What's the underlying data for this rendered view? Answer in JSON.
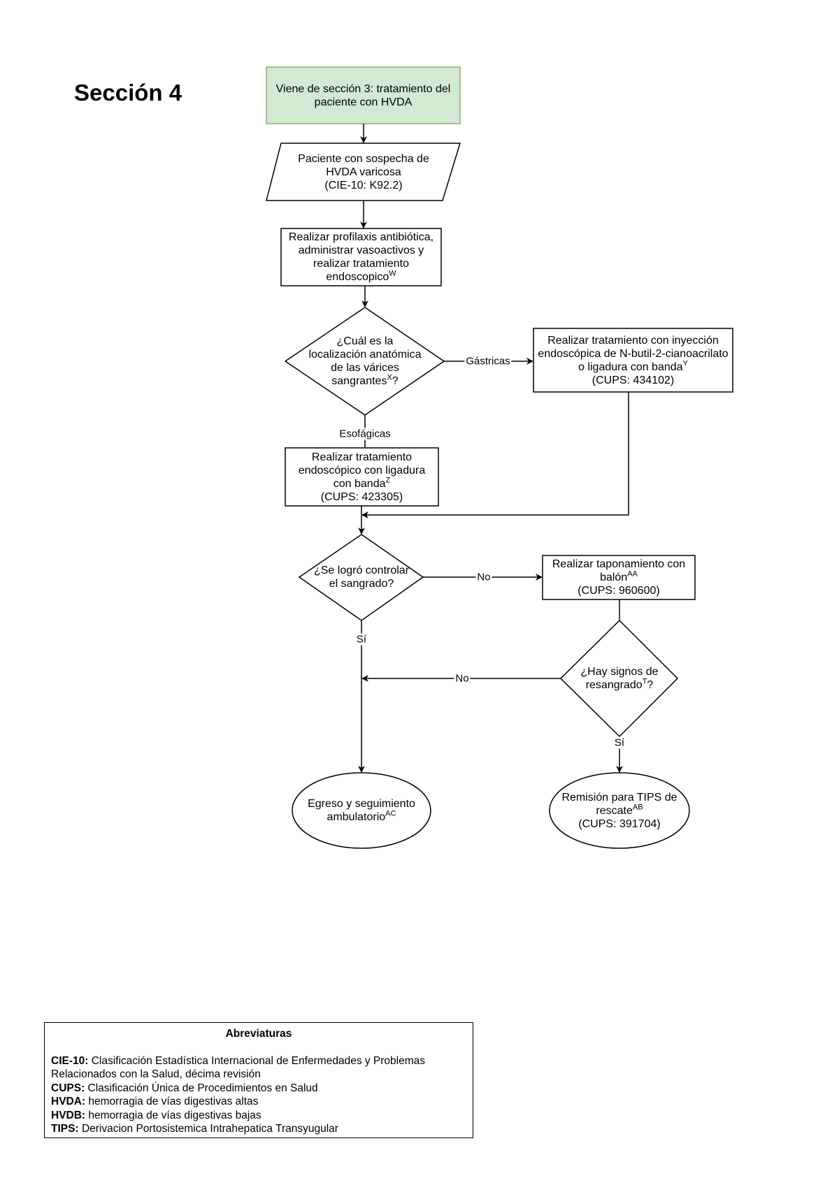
{
  "section_title": "Sección 4",
  "nodes": {
    "start": {
      "text": "Viene de sección 3: tratamiento del paciente con HVDA",
      "fill": "#d5e8d4",
      "stroke": "#82b366"
    },
    "suspect": {
      "lines": [
        "Paciente con sospecha de",
        "HVDA varicosa",
        "(CIE-10: K92.2)"
      ]
    },
    "prophylaxis": {
      "lines": [
        "Realizar profilaxis antibiótica,",
        "administrar vasoactivos y",
        "realizar tratamiento"
      ],
      "last": "endoscopico",
      "sup": "W"
    },
    "location_q": {
      "lines": [
        "¿Cuál es la",
        "localización anatómica",
        "de las várices"
      ],
      "last": "sangrantes",
      "sup": "X",
      "after": "?"
    },
    "gastric_tx": {
      "lines": [
        "Realizar tratamiento con inyección",
        "endoscópica de N-butil-2-cianoacrilato"
      ],
      "last": "o ligadura con banda",
      "sup": "Y",
      "code": "(CUPS: 434102)"
    },
    "esoph_tx": {
      "lines": [
        "Realizar tratamiento",
        "endoscópico con ligadura"
      ],
      "last": "con banda",
      "sup": "Z",
      "code": "(CUPS: 423305)"
    },
    "control_q": {
      "lines": [
        "¿Se logró controlar",
        "el sangrado?"
      ]
    },
    "balloon": {
      "first": "Realizar taponamiento con",
      "last": "balón",
      "sup": "AA",
      "code": "(CUPS: 960600)"
    },
    "rebleed_q": {
      "first": "¿Hay signos de",
      "last": "resangrado",
      "sup": "T",
      "after": "?"
    },
    "discharge": {
      "first": "Egreso y seguimiento",
      "last": "ambulatorio",
      "sup": "AC"
    },
    "tips": {
      "first": "Remisión para TIPS de",
      "last": "rescate",
      "sup": "AB",
      "code": "(CUPS: 391704)"
    }
  },
  "edge_labels": {
    "gastricas": "Gástricas",
    "esofagicas": "Esofágicas",
    "no_control": "No",
    "si_control": "Sí",
    "no_rebleed": "No",
    "si_rebleed": "Sí"
  },
  "abbreviations": {
    "title": "Abreviaturas",
    "items": [
      {
        "key": "CIE-10:",
        "value": "Clasificación Estadística Internacional de Enfermedades y Problemas Relacionados con la Salud, décima revisión"
      },
      {
        "key": "CUPS:",
        "value": "Clasificación Única de Procedimientos en Salud"
      },
      {
        "key": "HVDA:",
        "value": "hemorragia de vías digestivas altas"
      },
      {
        "key": "HVDB:",
        "value": "hemorragia de vías digestivas bajas"
      },
      {
        "key": "TIPS:",
        "value": "Derivacion Portosistemica Intrahepatica Transyugular"
      }
    ]
  }
}
